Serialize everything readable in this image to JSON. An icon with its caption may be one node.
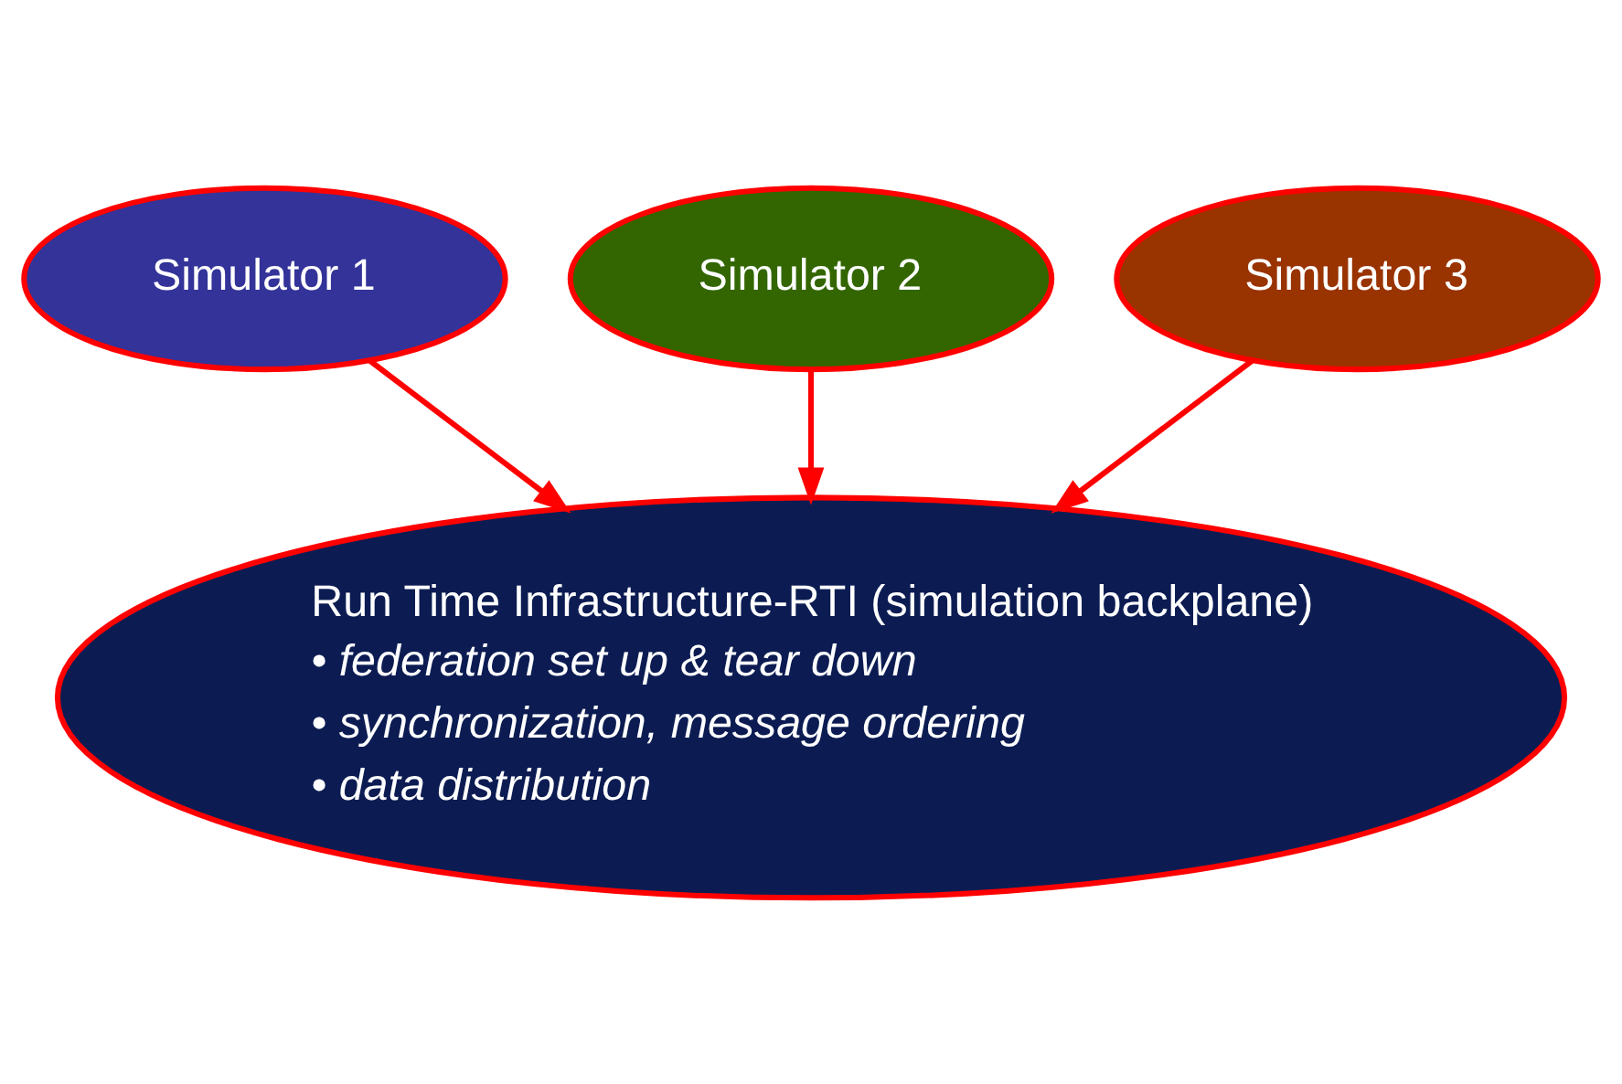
{
  "diagram": {
    "nodes": [
      {
        "text": [
          "Simulator 1"
        ]
      },
      {
        "text": [
          "Simulator 2"
        ]
      },
      {
        "text": [
          "Simulator 3"
        ]
      },
      {
        "text": [
          "Run Time Infrastructure-RTI (simulation backplane)",
          "• federation set up & tear down",
          "• synchronization, message ordering",
          "• data distribution"
        ]
      }
    ],
    "edges": [
      {
        "from": 0,
        "to": 3,
        "arrow": "to"
      },
      {
        "from": 1,
        "to": 3,
        "arrow": "to"
      },
      {
        "from": 2,
        "to": 3,
        "arrow": "to"
      }
    ]
  }
}
